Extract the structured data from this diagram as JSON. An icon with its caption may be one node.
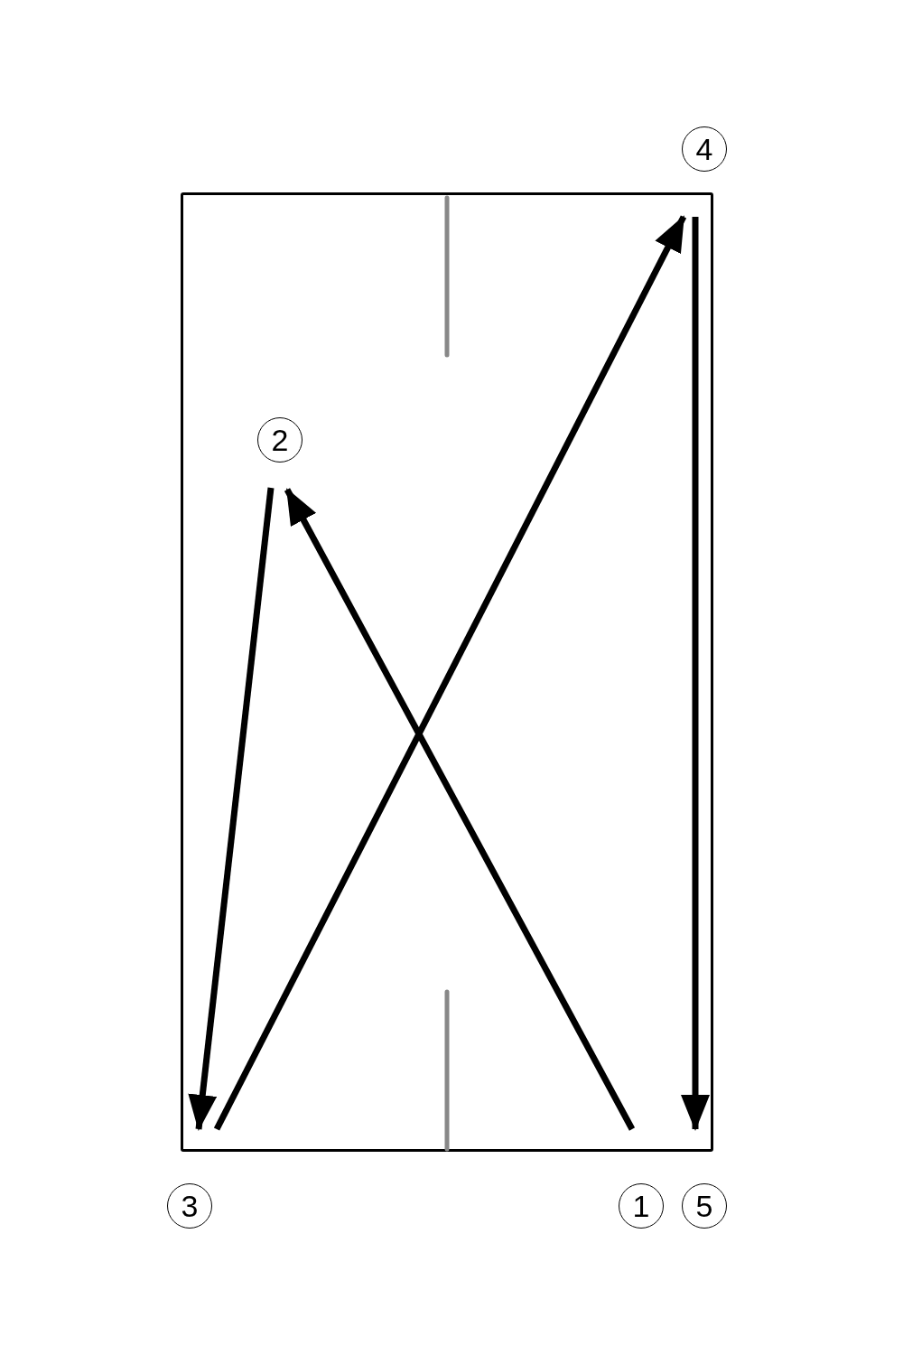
{
  "diagram": {
    "labels": [
      "4",
      "2",
      "3",
      "1",
      "5"
    ]
  }
}
